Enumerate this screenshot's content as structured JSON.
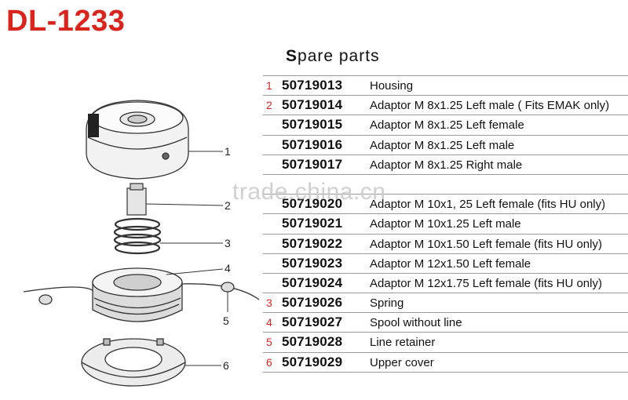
{
  "header": {
    "title": "DL-1233"
  },
  "spare": {
    "title_first": "S",
    "title_rest": "pare  parts",
    "rows": [
      {
        "idx": "1",
        "code": "50719013",
        "desc": "Housing"
      },
      {
        "idx": "2",
        "code": "50719014",
        "desc": "Adaptor M 8x1.25 Left male ( Fits EMAK  only)"
      },
      {
        "idx": "",
        "code": "50719015",
        "desc": "Adaptor M 8x1.25 Left female"
      },
      {
        "idx": "",
        "code": "50719016",
        "desc": "Adaptor M 8x1.25 Left male"
      },
      {
        "idx": "",
        "code": "50719017",
        "desc": "Adaptor M 8x1.25 Right male"
      },
      {
        "idx": "",
        "code": "",
        "desc": ""
      },
      {
        "idx": "",
        "code": "50719020",
        "desc": "Adaptor M 10x1, 25 Left female (fits HU only)"
      },
      {
        "idx": "",
        "code": "50719021",
        "desc": "Adaptor M 10x1.25 Left male"
      },
      {
        "idx": "",
        "code": "50719022",
        "desc": "Adaptor M 10x1.50 Left female (fits HU only)"
      },
      {
        "idx": "",
        "code": "50719023",
        "desc": "Adaptor M 12x1.50 Left female"
      },
      {
        "idx": "",
        "code": "50719024",
        "desc": "Adaptor M 12x1.75 Left female (fits HU only)"
      },
      {
        "idx": "3",
        "code": "50719026",
        "desc": "Spring"
      },
      {
        "idx": "4",
        "code": "50719027",
        "desc": "Spool without line"
      },
      {
        "idx": "5",
        "code": "50719028",
        "desc": "Line retainer"
      },
      {
        "idx": "6",
        "code": "50719029",
        "desc": "Upper cover"
      }
    ]
  },
  "watermark": "trade.china.cn",
  "diagram": {
    "callouts": [
      "1",
      "2",
      "3",
      "4",
      "5",
      "6"
    ]
  }
}
